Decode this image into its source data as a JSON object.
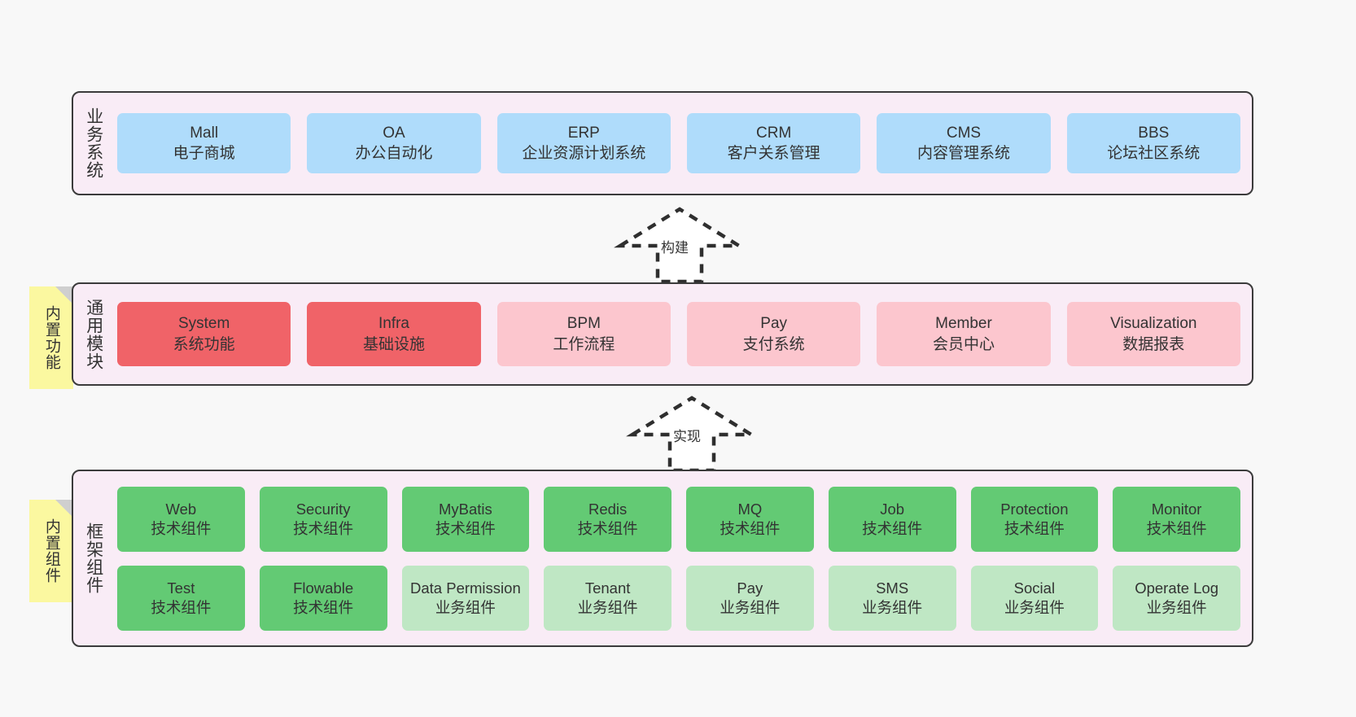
{
  "diagram": {
    "background_color": "#f8f8f8",
    "layer_fill": "#f9ecf6",
    "layer_border": "#3b3b3b",
    "note_color": "#fbf8a0"
  },
  "layers": [
    {
      "id": "business",
      "title": "业务系统",
      "rows": [
        {
          "cards": [
            {
              "t1": "Mall",
              "t2": "电子商城",
              "color": "#afdcfb",
              "variant": "c-blue"
            },
            {
              "t1": "OA",
              "t2": "办公自动化",
              "color": "#afdcfb",
              "variant": "c-blue"
            },
            {
              "t1": "ERP",
              "t2": "企业资源计划系统",
              "color": "#afdcfb",
              "variant": "c-blue"
            },
            {
              "t1": "CRM",
              "t2": "客户关系管理",
              "color": "#afdcfb",
              "variant": "c-blue"
            },
            {
              "t1": "CMS",
              "t2": "内容管理系统",
              "color": "#afdcfb",
              "variant": "c-blue"
            },
            {
              "t1": "BBS",
              "t2": "论坛社区系统",
              "color": "#afdcfb",
              "variant": "c-blue"
            }
          ]
        }
      ]
    },
    {
      "id": "common",
      "title": "通用模块",
      "note": "内置功能",
      "rows": [
        {
          "cards": [
            {
              "t1": "System",
              "t2": "系统功能",
              "color": "#f06368",
              "variant": "c-red"
            },
            {
              "t1": "Infra",
              "t2": "基础设施",
              "color": "#f06368",
              "variant": "c-red"
            },
            {
              "t1": "BPM",
              "t2": "工作流程",
              "color": "#fcc6ce",
              "variant": "c-pink"
            },
            {
              "t1": "Pay",
              "t2": "支付系统",
              "color": "#fcc6ce",
              "variant": "c-pink"
            },
            {
              "t1": "Member",
              "t2": "会员中心",
              "color": "#fcc6ce",
              "variant": "c-pink"
            },
            {
              "t1": "Visualization",
              "t2": "数据报表",
              "color": "#fcc6ce",
              "variant": "c-pink"
            }
          ]
        }
      ]
    },
    {
      "id": "framework",
      "title": "框架组件",
      "note": "内置组件",
      "rows": [
        {
          "cards": [
            {
              "t1": "Web",
              "t2": "技术组件",
              "color": "#63ca74",
              "variant": "c-green"
            },
            {
              "t1": "Security",
              "t2": "技术组件",
              "color": "#63ca74",
              "variant": "c-green"
            },
            {
              "t1": "MyBatis",
              "t2": "技术组件",
              "color": "#63ca74",
              "variant": "c-green"
            },
            {
              "t1": "Redis",
              "t2": "技术组件",
              "color": "#63ca74",
              "variant": "c-green"
            },
            {
              "t1": "MQ",
              "t2": "技术组件",
              "color": "#63ca74",
              "variant": "c-green"
            },
            {
              "t1": "Job",
              "t2": "技术组件",
              "color": "#63ca74",
              "variant": "c-green"
            },
            {
              "t1": "Protection",
              "t2": "技术组件",
              "color": "#63ca74",
              "variant": "c-green"
            },
            {
              "t1": "Monitor",
              "t2": "技术组件",
              "color": "#63ca74",
              "variant": "c-green"
            }
          ]
        },
        {
          "cards": [
            {
              "t1": "Test",
              "t2": "技术组件",
              "color": "#63ca74",
              "variant": "c-green"
            },
            {
              "t1": "Flowable",
              "t2": "技术组件",
              "color": "#63ca74",
              "variant": "c-green"
            },
            {
              "t1": "Data Permission",
              "t2": "业务组件",
              "color": "#bfe7c4",
              "variant": "c-greenlight"
            },
            {
              "t1": "Tenant",
              "t2": "业务组件",
              "color": "#bfe7c4",
              "variant": "c-greenlight"
            },
            {
              "t1": "Pay",
              "t2": "业务组件",
              "color": "#bfe7c4",
              "variant": "c-greenlight"
            },
            {
              "t1": "SMS",
              "t2": "业务组件",
              "color": "#bfe7c4",
              "variant": "c-greenlight"
            },
            {
              "t1": "Social",
              "t2": "业务组件",
              "color": "#bfe7c4",
              "variant": "c-greenlight"
            },
            {
              "t1": "Operate Log",
              "t2": "业务组件",
              "color": "#bfe7c4",
              "variant": "c-greenlight"
            }
          ]
        }
      ]
    }
  ],
  "arrows": [
    {
      "id": "build",
      "label": "构建",
      "style": "dashed-hollow-triangle",
      "direction": "up"
    },
    {
      "id": "impl",
      "label": "实现",
      "style": "dashed-hollow-triangle",
      "direction": "up"
    }
  ]
}
